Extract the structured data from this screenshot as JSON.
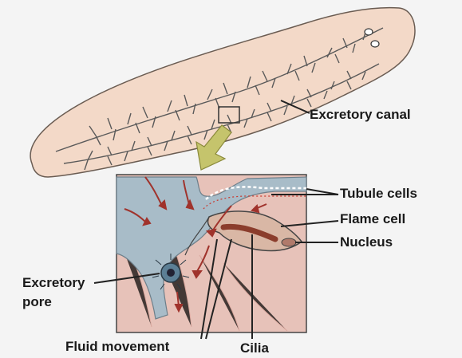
{
  "labels": {
    "excretory_canal": "Excretory canal",
    "tubule_cells": "Tubule cells",
    "flame_cell": "Flame cell",
    "nucleus": "Nucleus",
    "excretory_pore_line1": "Excretory",
    "excretory_pore_line2": "pore",
    "fluid_movement": "Fluid movement",
    "cilia": "Cilia"
  },
  "colors": {
    "body": "#f3d9c8",
    "tissue": "#e8b5a8",
    "canal": "#9fb3c0",
    "arrow_fluid": "#a0332c",
    "zoom_arrow": "#b8b85a"
  }
}
